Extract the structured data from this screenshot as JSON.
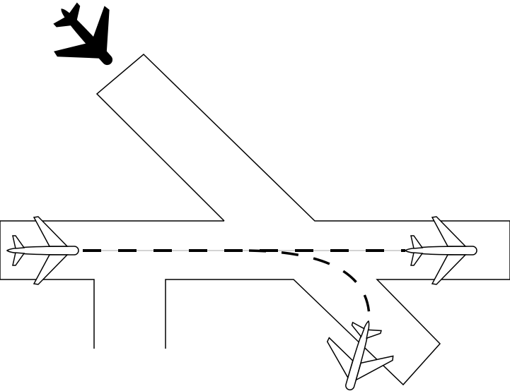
{
  "diagram": {
    "stroke_color": "#000000",
    "background_color": "#ffffff",
    "taxi_line_color": "#aaaaaa",
    "icons": [
      "airplane-icon-approaching",
      "airplane-icon-left",
      "airplane-icon-right",
      "airplane-icon-turning"
    ]
  }
}
